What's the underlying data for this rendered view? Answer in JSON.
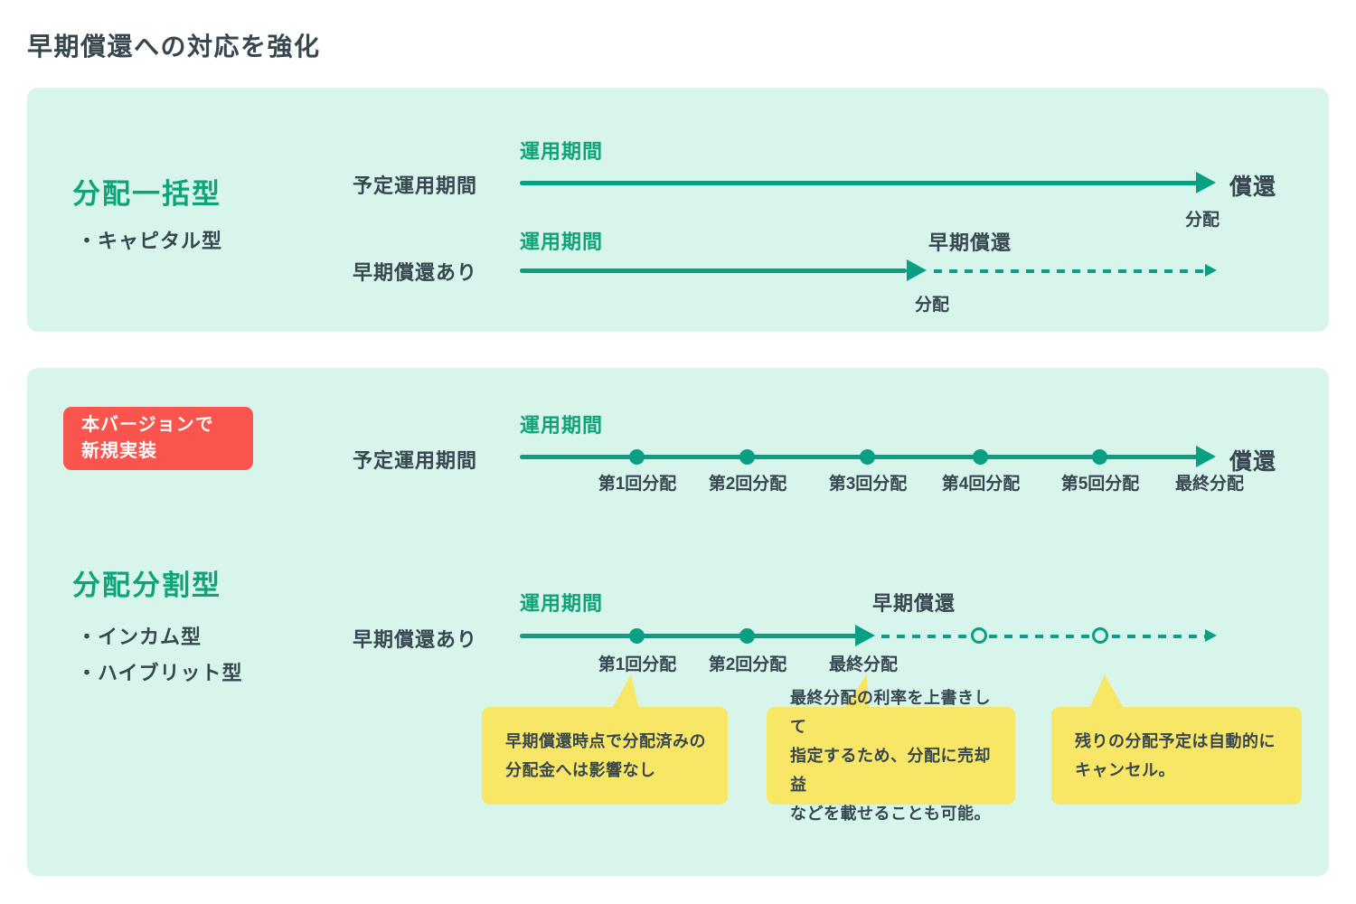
{
  "title": "早期償還への対応を強化",
  "colors": {
    "panel_bg": "#D8F5EC",
    "green_text": "#0FA478",
    "line_green": "#089F82",
    "dark_text": "#374750",
    "badge_bg": "#F9554E",
    "callout_bg": "#F8E666"
  },
  "panel_lump": {
    "heading": "分配一括型",
    "bullet1": "・キャピタル型",
    "planned_row": {
      "label": "予定運用期間",
      "period": "運用期間",
      "end": "償還",
      "end_sub": "分配"
    },
    "early_row": {
      "label": "早期償還あり",
      "period": "運用期間",
      "early": "早期償還",
      "early_sub": "分配"
    }
  },
  "panel_split": {
    "badge": {
      "line1": "本バージョンで",
      "line2": "新規実装"
    },
    "heading": "分配分割型",
    "bullet1": "・インカム型",
    "bullet2": "・ハイブリット型",
    "planned_row": {
      "label": "予定運用期間",
      "period": "運用期間",
      "end": "償還",
      "milestones": [
        "第1回分配",
        "第2回分配",
        "第3回分配",
        "第4回分配",
        "第5回分配"
      ],
      "final": "最終分配"
    },
    "early_row": {
      "label": "早期償還あり",
      "period": "運用期間",
      "early": "早期償還",
      "milestones": [
        "第1回分配",
        "第2回分配"
      ],
      "final": "最終分配"
    },
    "callouts": [
      {
        "lines": [
          "早期償還時点で分配済みの",
          "分配金へは影響なし"
        ]
      },
      {
        "lines": [
          "最終分配の利率を上書きして",
          "指定するため、分配に売却益",
          "などを載せることも可能。"
        ]
      },
      {
        "lines": [
          "残りの分配予定は自動的に",
          "キャンセル。"
        ]
      }
    ]
  }
}
